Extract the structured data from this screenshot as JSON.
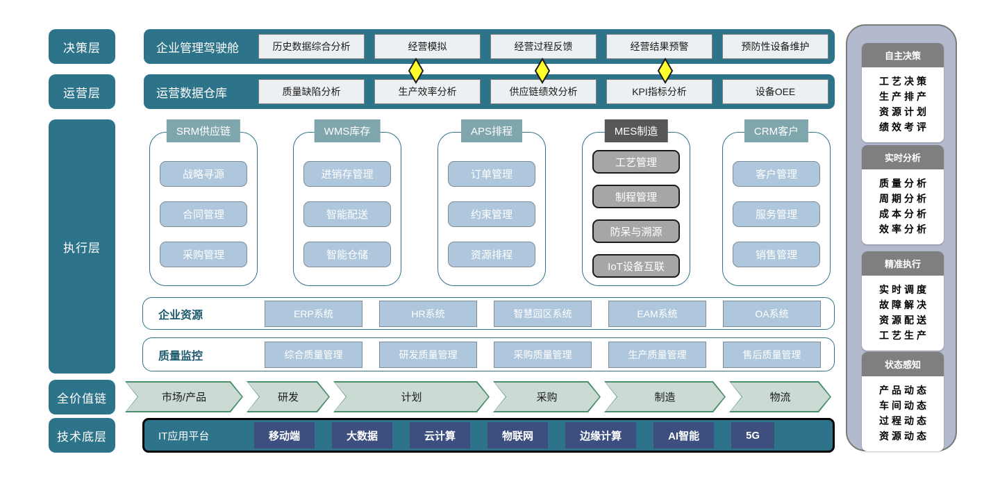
{
  "layers": {
    "decision": "决策层",
    "operation": "运营层",
    "execution": "执行层",
    "value_chain": "全价值链",
    "technology": "技术底层"
  },
  "decision_row": {
    "title": "企业管理驾驶舱",
    "items": [
      "历史数据综合分析",
      "经营模拟",
      "经营过程反馈",
      "经营结果预警",
      "预防性设备维护"
    ]
  },
  "operation_row": {
    "title": "运营数据仓库",
    "items": [
      "质量缺陷分析",
      "生产效率分析",
      "供应链绩效分析",
      "KPI指标分析",
      "设备OEE"
    ]
  },
  "execution_columns": [
    {
      "header": "SRM供应链",
      "items": [
        "战略寻源",
        "合同管理",
        "采购管理"
      ]
    },
    {
      "header": "WMS库存",
      "items": [
        "进销存管理",
        "智能配送",
        "智能仓储"
      ]
    },
    {
      "header": "APS排程",
      "items": [
        "订单管理",
        "约束管理",
        "资源排程"
      ]
    },
    {
      "header": "MES制造",
      "items": [
        "工艺管理",
        "制程管理",
        "防呆与溯源",
        "IoT设备互联"
      ]
    },
    {
      "header": "CRM客户",
      "items": [
        "客户管理",
        "服务管理",
        "销售管理"
      ]
    }
  ],
  "enterprise_row": {
    "title": "企业资源",
    "items": [
      "ERP系统",
      "HR系统",
      "智慧园区系统",
      "EAM系统",
      "OA系统"
    ]
  },
  "quality_row": {
    "title": "质量监控",
    "items": [
      "综合质量管理",
      "研发质量管理",
      "采购质量管理",
      "生产质量管理",
      "售后质量管理"
    ]
  },
  "value_chain_row": {
    "items": [
      "市场/产品",
      "研发",
      "计划",
      "采购",
      "制造",
      "物流"
    ]
  },
  "technology_row": {
    "title": "IT应用平台",
    "items": [
      "移动端",
      "大数据",
      "云计算",
      "物联网",
      "边缘计算",
      "AI智能",
      "5G"
    ]
  },
  "sidebar": {
    "panels": [
      {
        "title": "自主决策",
        "lines": [
          "工艺决策",
          "生产排产",
          "资源计划",
          "绩效考评"
        ]
      },
      {
        "title": "实时分析",
        "lines": [
          "质量分析",
          "周期分析",
          "成本分析",
          "效率分析"
        ]
      },
      {
        "title": "精准执行",
        "lines": [
          "实时调度",
          "故障解决",
          "资源配送",
          "工艺生产"
        ]
      },
      {
        "title": "状态感知",
        "lines": [
          "产品动态",
          "车间动态",
          "过程动态",
          "资源动态"
        ]
      }
    ]
  },
  "colors": {
    "teal": "#2D7389",
    "button_bg": "#EDF0F2",
    "light_blue_box": "#AFC7DC",
    "column_header": "#7FA5AD",
    "mes_header": "#575757",
    "mes_item": "#A6A6A6",
    "navy_chip": "#3D4F7E",
    "arrow_fill": "#CBDAD2",
    "arrow_border": "#4A8F6E",
    "sidebar_bg": "#B3BACE",
    "panel_header": "#7F7F7F",
    "diamond": "#FFFF2E"
  }
}
